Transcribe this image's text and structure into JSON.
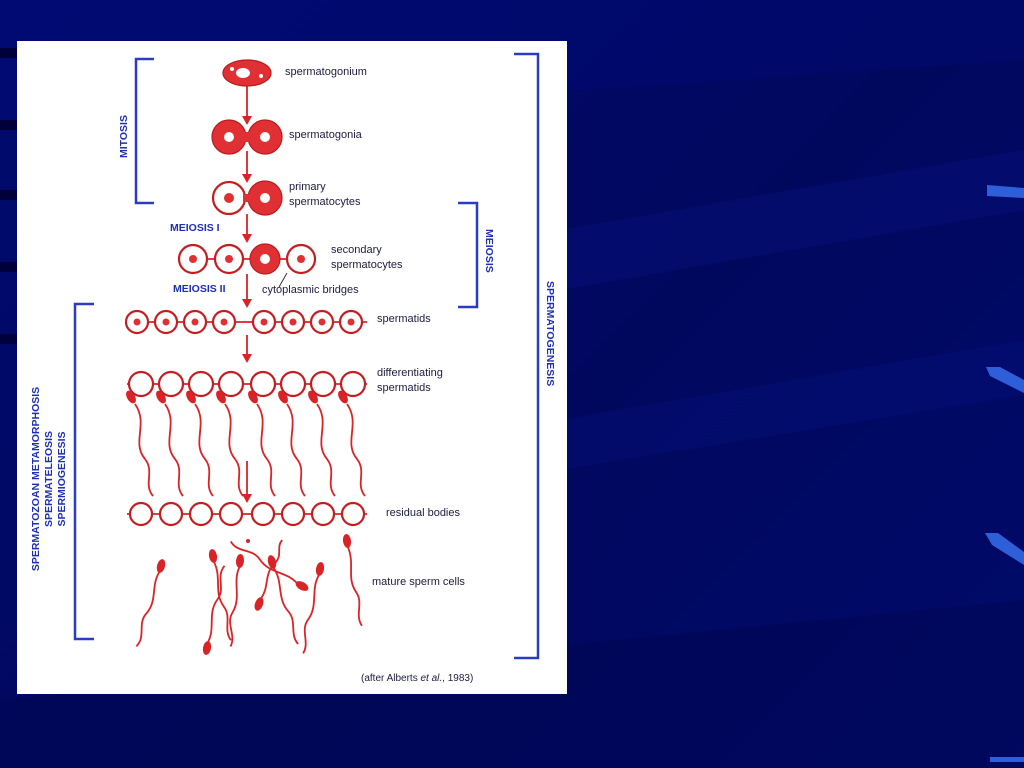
{
  "figure": {
    "stages": {
      "spermatogonium": "spermatogonium",
      "spermatogonia": "spermatogonia",
      "primary_1": "primary",
      "primary_2": "spermatocytes",
      "secondary_1": "secondary",
      "secondary_2": "spermatocytes",
      "cytoplasmic_bridges": "cytoplasmic bridges",
      "spermatids": "spermatids",
      "differentiating_1": "differentiating",
      "differentiating_2": "spermatids",
      "residual_bodies": "residual bodies",
      "mature": "mature sperm cells"
    },
    "phases": {
      "mitosis": "MITOSIS",
      "meiosis_i": "MEIOSIS I",
      "meiosis_ii": "MEIOSIS II",
      "meiosis": "MEIOSIS",
      "spermatogenesis": "SPERMATOGENESIS",
      "left_1": "SPERMATOZOAN METAMORPHOSIS",
      "left_2": "SPERMATELEOSIS",
      "left_3": "SPERMIOGENESIS"
    },
    "citation": {
      "prefix": "(after Alberts ",
      "etal": "et al.",
      "suffix": ", 1983)"
    }
  }
}
